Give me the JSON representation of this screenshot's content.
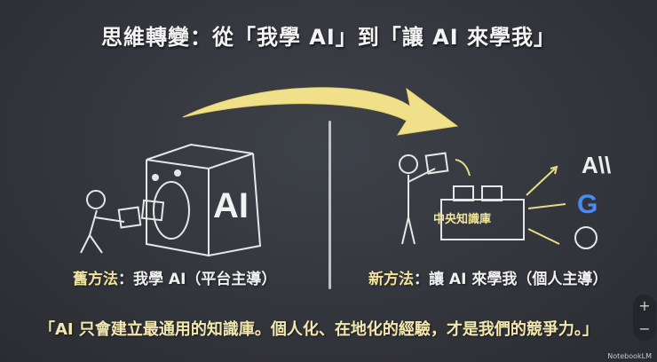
{
  "slide": {
    "title": "思維轉變：從「我學 AI」到「讓 AI 來學我」",
    "left": {
      "caption_prefix": "舊方法",
      "caption_rest": "：我學 AI（平台主導）",
      "box_label": "AI"
    },
    "right": {
      "caption_prefix": "新方法",
      "caption_rest": "：讓 AI 來學我（個人主導）",
      "knowledge_base_label": "中央知識庫",
      "logos": [
        "anthropic-logo",
        "google-logo",
        "openai-logo"
      ]
    },
    "quote": "「AI 只會建立最通用的知識庫。個人化、在地化的經驗，才是我們的競爭力。」"
  },
  "controls": {
    "zoom_in": "+",
    "zoom_out": "−"
  },
  "brand": "NotebookLM",
  "colors": {
    "background": "#35383e",
    "accent_yellow": "#f2e49a",
    "chalk": "#e8e8e8"
  }
}
